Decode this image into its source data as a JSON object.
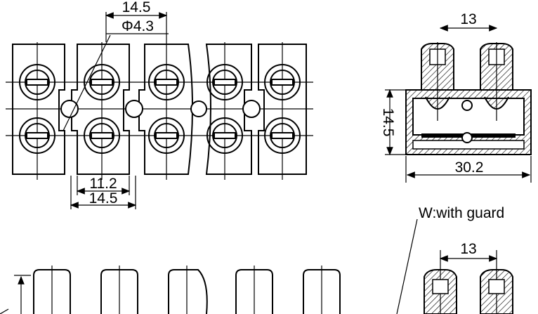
{
  "dimensions": {
    "top_pitch": "14.5",
    "hole_diameter": "Φ4.3",
    "inner_gap": "11.2",
    "bottom_pitch": "14.5",
    "side_screw_spacing": "13",
    "side_height": "14.5",
    "side_width": "30.2",
    "guard_screw_spacing": "13"
  },
  "notes": {
    "guard_label": "W:with guard"
  },
  "colors": {
    "line": "#000000",
    "background": "#ffffff"
  }
}
